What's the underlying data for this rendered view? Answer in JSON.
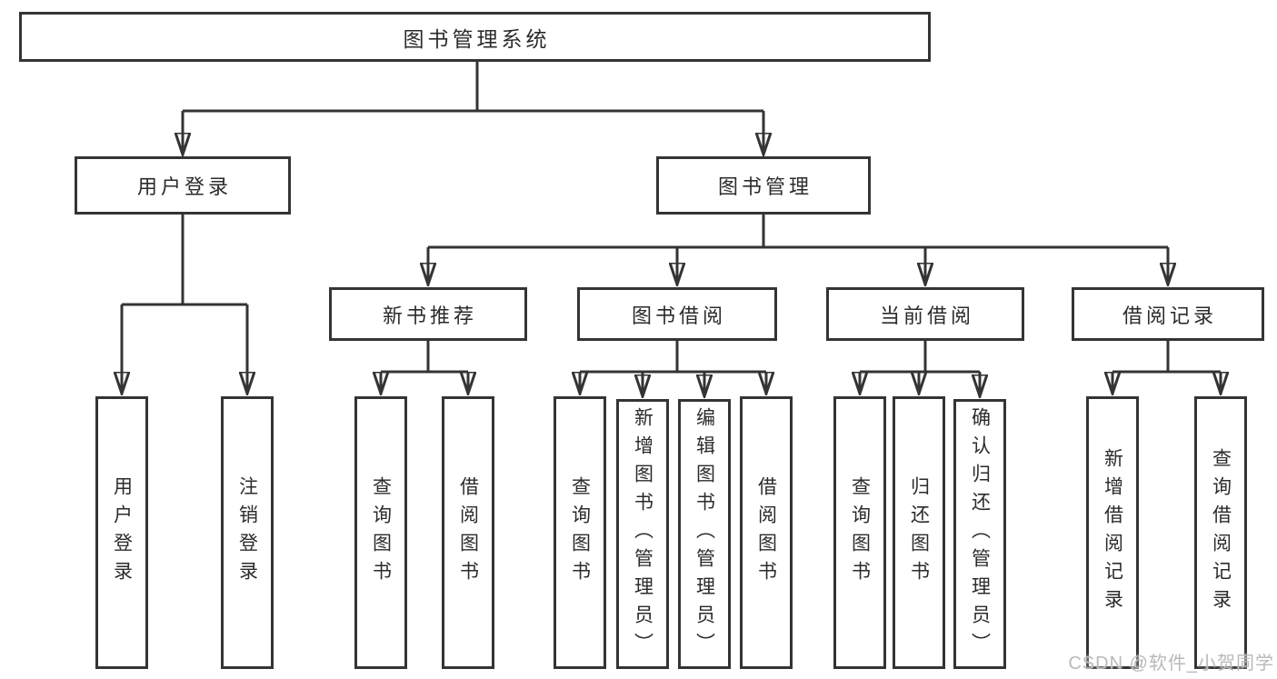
{
  "diagram": {
    "root": {
      "label": "图书管理系统"
    },
    "children": [
      {
        "label": "用户登录",
        "children": [
          {
            "label": "用户登录"
          },
          {
            "label": "注销登录"
          }
        ]
      },
      {
        "label": "图书管理",
        "children": [
          {
            "label": "新书推荐",
            "children": [
              {
                "label": "查询图书"
              },
              {
                "label": "借阅图书"
              }
            ]
          },
          {
            "label": "图书借阅",
            "children": [
              {
                "label": "查询图书"
              },
              {
                "label": "新增图书（管理员）"
              },
              {
                "label": "编辑图书（管理员）"
              },
              {
                "label": "借阅图书"
              }
            ]
          },
          {
            "label": "当前借阅",
            "children": [
              {
                "label": "查询图书"
              },
              {
                "label": "归还图书"
              },
              {
                "label": "确认归还（管理员）"
              }
            ]
          },
          {
            "label": "借阅记录",
            "children": [
              {
                "label": "新增借阅记录"
              },
              {
                "label": "查询借阅记录"
              }
            ]
          }
        ]
      }
    ]
  },
  "watermark": "CSDN @软件_小贺同学",
  "colors": {
    "line": "#343434",
    "box_border": "#343434",
    "text": "#2b2b2b",
    "watermark": "#b9b9b9",
    "background": "#ffffff"
  }
}
